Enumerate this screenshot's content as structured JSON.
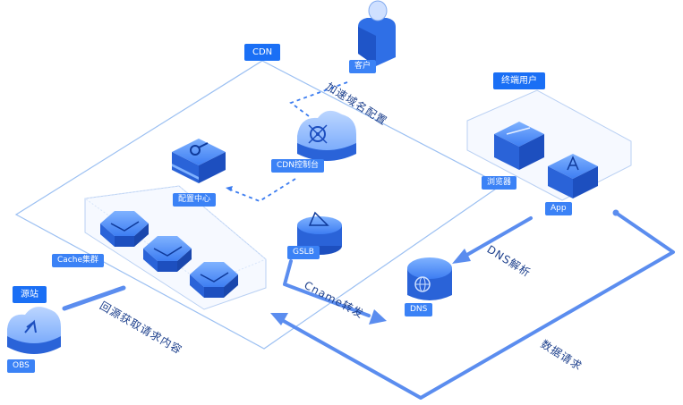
{
  "labels": {
    "cdn": "CDN",
    "customer": "客户",
    "domain_config": "加速域名配置",
    "end_user": "终端用户",
    "config_center": "配置中心",
    "cdn_console": "CDN控制台",
    "browser": "浏览器",
    "app": "App",
    "cache_cluster": "Cache集群",
    "gslb": "GSLB",
    "dns_resolve": "DNS解析",
    "dns": "DNS",
    "cname_forward": "Cname转发",
    "origin": "源站",
    "back_to_origin": "回源获取请求内容",
    "obs": "OBS",
    "data_request": "数据请求"
  },
  "colors": {
    "accent": "#1a6ff5",
    "line": "#5b8def",
    "frame": "#9cc0f2",
    "text": "#1c3f8c"
  }
}
